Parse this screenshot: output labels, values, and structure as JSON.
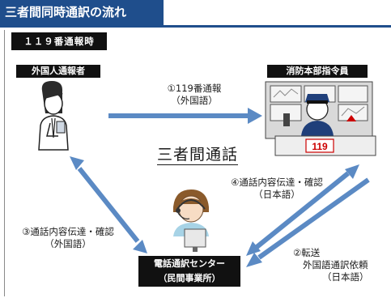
{
  "title": "三者間同時通訳の流れ",
  "subtitle": "１１９番通報時",
  "actors": {
    "caller": "外国人通報者",
    "dispatcher": "消防本部指令員",
    "center_line1": "電話通訳センター",
    "center_line2": "（民間事業所）"
  },
  "flows": {
    "step1_line1": "①119番通報",
    "step1_line2": "（外国語）",
    "step2_line1": "②転送",
    "step2_line2": "外国語通訳依頼",
    "step2_line3": "（日本語）",
    "step3_line1": "③通話内容伝達・確認",
    "step3_line2": "（外国語）",
    "step4_line1": "④通話内容伝達・確認",
    "step4_line2": "（日本語）"
  },
  "center_text": "三者間通話",
  "sign_number": "119",
  "colors": {
    "accent": "#1f4e8c",
    "arrow": "#5b8ac4",
    "label_bg": "#111111"
  }
}
